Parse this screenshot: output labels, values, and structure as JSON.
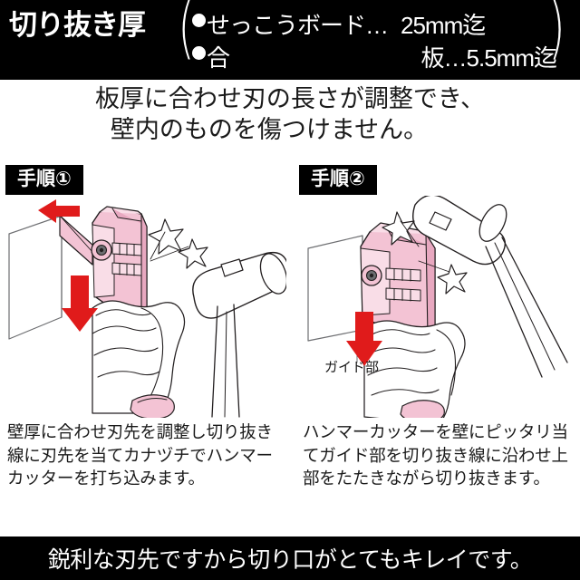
{
  "header": {
    "title": "切り抜き厚",
    "paren_open": "(",
    "paren_close": ")",
    "row1": {
      "bullet": "●",
      "label": "せっこうボード…",
      "value": "25mm迄"
    },
    "row2": {
      "bullet": "●",
      "label": "合",
      "value": "板…5.5mm迄"
    }
  },
  "subtitle": {
    "line1": "板厚に合わせ刃の長さが調整でき、",
    "line2": "壁内のものを傷つけません。"
  },
  "steps": [
    {
      "badge": "手順①",
      "caption": "壁厚に合わせ刃先を調整し切り抜き線に刃先を当てカナヅチでハンマーカッターを打ち込みます。",
      "annotations": []
    },
    {
      "badge": "手順②",
      "caption": "ハンマーカッターを壁にピッタリ当てガイド部を切り抜き線に沿わせ上部をたたきながら切り抜きます。",
      "annotations": [
        "ガイド部"
      ]
    }
  ],
  "footer": {
    "text": "鋭利な刃先ですから切り口がとてもキレイです。"
  },
  "colors": {
    "background": "#ffffff",
    "banner": "#000000",
    "banner_text": "#ffffff",
    "tool_pink": "#f3c3d4",
    "tool_pink_light": "#f9dde7",
    "tool_pink_dark": "#e8a8c0",
    "arrow_red": "#e01b1b",
    "outline": "#231f20",
    "body_text": "#1a1a1a"
  },
  "illustration_labels": {
    "guide_part": "ガイド部"
  }
}
